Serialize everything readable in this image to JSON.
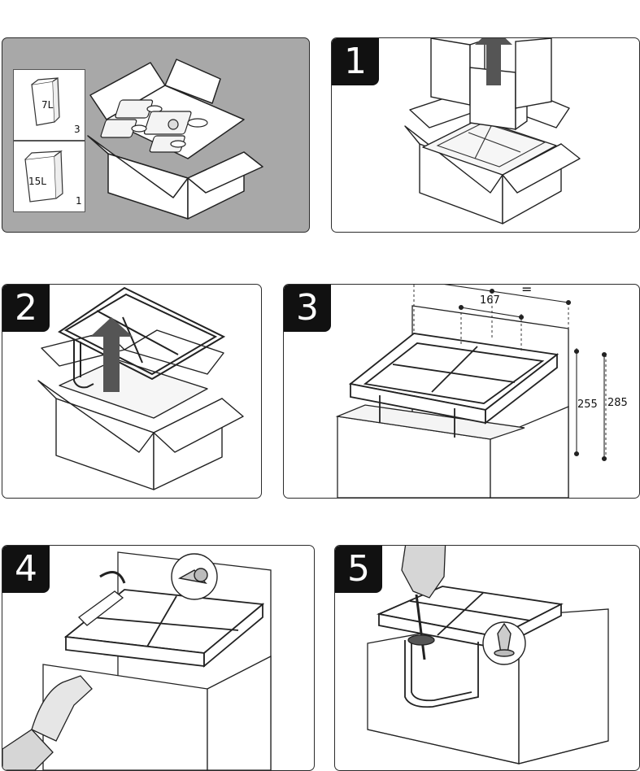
{
  "contents": {
    "small_bin": {
      "volume": "7L",
      "quantity": "3"
    },
    "large_bin": {
      "volume": "15L",
      "quantity": "1"
    }
  },
  "steps": [
    {
      "number": "1"
    },
    {
      "number": "2"
    },
    {
      "number": "3"
    },
    {
      "number": "4"
    },
    {
      "number": "5"
    }
  ],
  "dimensions": {
    "equal_left": "=",
    "equal_right": "=",
    "center_spacing": "167",
    "height_inner": "255",
    "height_outer": "285"
  },
  "colors": {
    "contents_bg": "#a8a8a8",
    "badge": "#111111",
    "line": "#2b2b2b"
  }
}
